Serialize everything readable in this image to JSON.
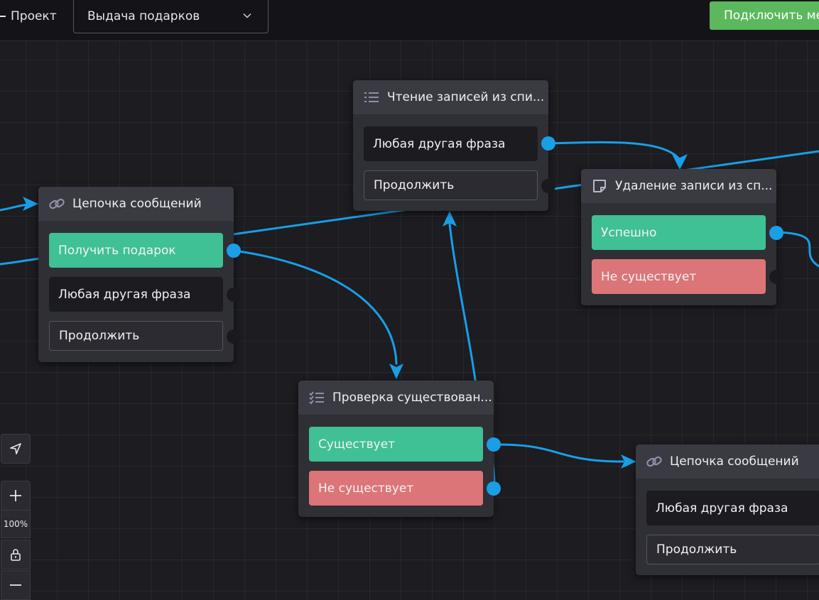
{
  "header": {
    "back_label": "Проект",
    "project_select_value": "Выдача подарков",
    "connect_button": "Подключить ме"
  },
  "colors": {
    "edge": "#1a9ee6",
    "success": "#40c095",
    "danger": "#dc7577",
    "button": "#5cb85c"
  },
  "nodes": {
    "read_records": {
      "icon": "list-icon",
      "title": "Чтение записей из спи...",
      "options": [
        "Любая другая фраза",
        "Продолжить"
      ]
    },
    "message_chain_1": {
      "icon": "link-icon",
      "title": "Цепочка сообщений",
      "options": [
        "Получить подарок",
        "Любая другая фраза",
        "Продолжить"
      ]
    },
    "delete_record": {
      "icon": "note-icon",
      "title": "Удаление записи из сп...",
      "options": [
        "Успешно",
        "Не существует"
      ]
    },
    "check_existence": {
      "icon": "checklist-icon",
      "title": "Проверка существован...",
      "options": [
        "Существует",
        "Не существует"
      ]
    },
    "message_chain_2": {
      "icon": "link-icon",
      "title": "Цепочка сообщений",
      "options": [
        "Любая другая фраза",
        "Продолжить"
      ]
    }
  },
  "toolbar": {
    "zoom": "100%",
    "icons": [
      "navigate-icon",
      "zoom-in-icon",
      "lock-icon",
      "zoom-out-icon"
    ]
  }
}
